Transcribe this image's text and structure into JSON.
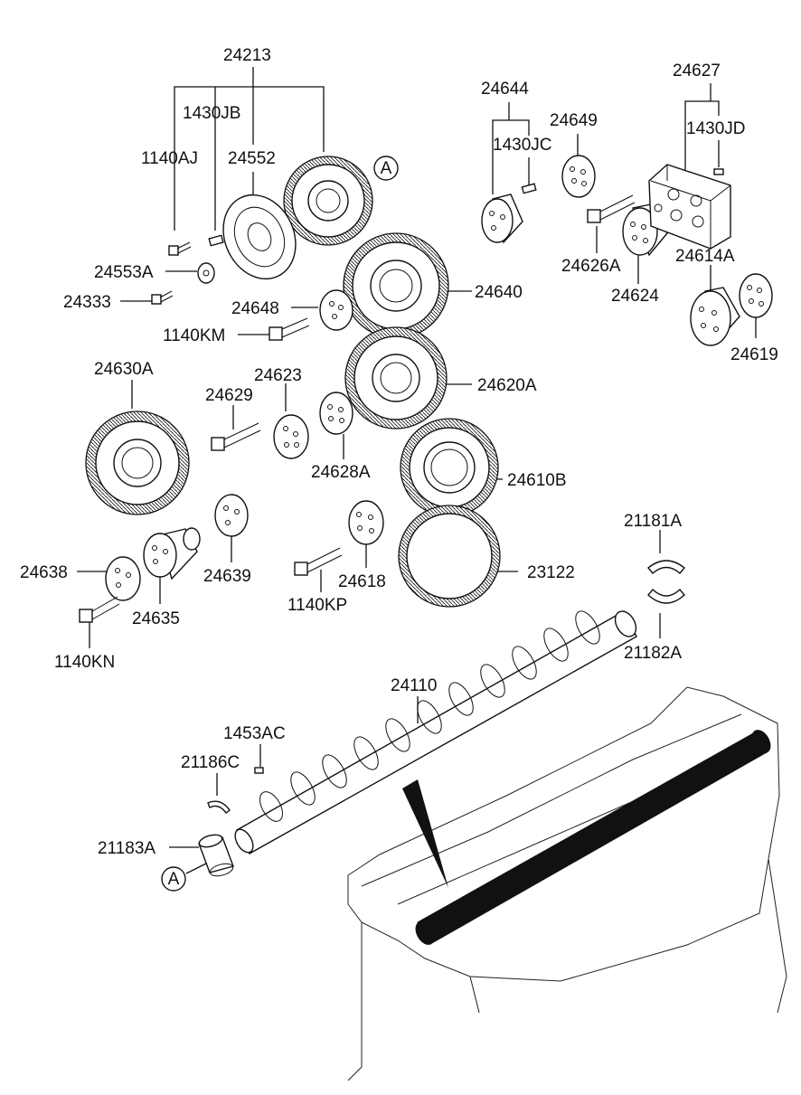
{
  "diagram": {
    "labels": [
      {
        "id": "24213",
        "text": "24213"
      },
      {
        "id": "1430JB",
        "text": "1430JB"
      },
      {
        "id": "1140AJ",
        "text": "1140AJ"
      },
      {
        "id": "24552",
        "text": "24552"
      },
      {
        "id": "24553A",
        "text": "24553A"
      },
      {
        "id": "24333",
        "text": "24333"
      },
      {
        "id": "24648",
        "text": "24648"
      },
      {
        "id": "1140KM",
        "text": "1140KM"
      },
      {
        "id": "24640",
        "text": "24640"
      },
      {
        "id": "24644",
        "text": "24644"
      },
      {
        "id": "1430JC",
        "text": "1430JC"
      },
      {
        "id": "24649",
        "text": "24649"
      },
      {
        "id": "24627",
        "text": "24627"
      },
      {
        "id": "1430JD",
        "text": "1430JD"
      },
      {
        "id": "24626A",
        "text": "24626A"
      },
      {
        "id": "24624",
        "text": "24624"
      },
      {
        "id": "24614A",
        "text": "24614A"
      },
      {
        "id": "24619",
        "text": "24619"
      },
      {
        "id": "24630A",
        "text": "24630A"
      },
      {
        "id": "24623",
        "text": "24623"
      },
      {
        "id": "24629",
        "text": "24629"
      },
      {
        "id": "24620A",
        "text": "24620A"
      },
      {
        "id": "24628A",
        "text": "24628A"
      },
      {
        "id": "24610B",
        "text": "24610B"
      },
      {
        "id": "24638",
        "text": "24638"
      },
      {
        "id": "24639",
        "text": "24639"
      },
      {
        "id": "24635",
        "text": "24635"
      },
      {
        "id": "24618",
        "text": "24618"
      },
      {
        "id": "1140KP",
        "text": "1140KP"
      },
      {
        "id": "23122",
        "text": "23122"
      },
      {
        "id": "1140KN",
        "text": "1140KN"
      },
      {
        "id": "21181A",
        "text": "21181A"
      },
      {
        "id": "21182A",
        "text": "21182A"
      },
      {
        "id": "24110",
        "text": "24110"
      },
      {
        "id": "1453AC",
        "text": "1453AC"
      },
      {
        "id": "21186C",
        "text": "21186C"
      },
      {
        "id": "21183A",
        "text": "21183A"
      }
    ],
    "markers": [
      {
        "id": "marker-top",
        "text": "A"
      },
      {
        "id": "marker-bottom",
        "text": "A"
      }
    ]
  }
}
